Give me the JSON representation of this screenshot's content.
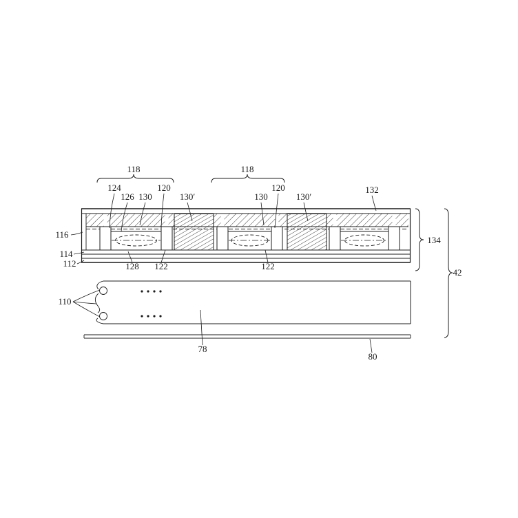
{
  "figure": {
    "colors": {
      "ink": "#1c1c1c",
      "background": "#ffffff"
    },
    "labels": {
      "brace_left": "118",
      "brace_right": "118",
      "n124": "124",
      "n126": "126",
      "n130_left": "130",
      "n120_left": "120",
      "n130_prime_left": "130′",
      "n130_right": "130",
      "n120_right": "120",
      "n130_prime_right": "130′",
      "n132": "132",
      "n116": "116",
      "n114": "114",
      "n112": "112",
      "n128": "128",
      "n122_left": "122",
      "n122_right": "122",
      "n134": "134",
      "n42": "42",
      "n110": "110",
      "n78": "78",
      "n80": "80"
    }
  }
}
